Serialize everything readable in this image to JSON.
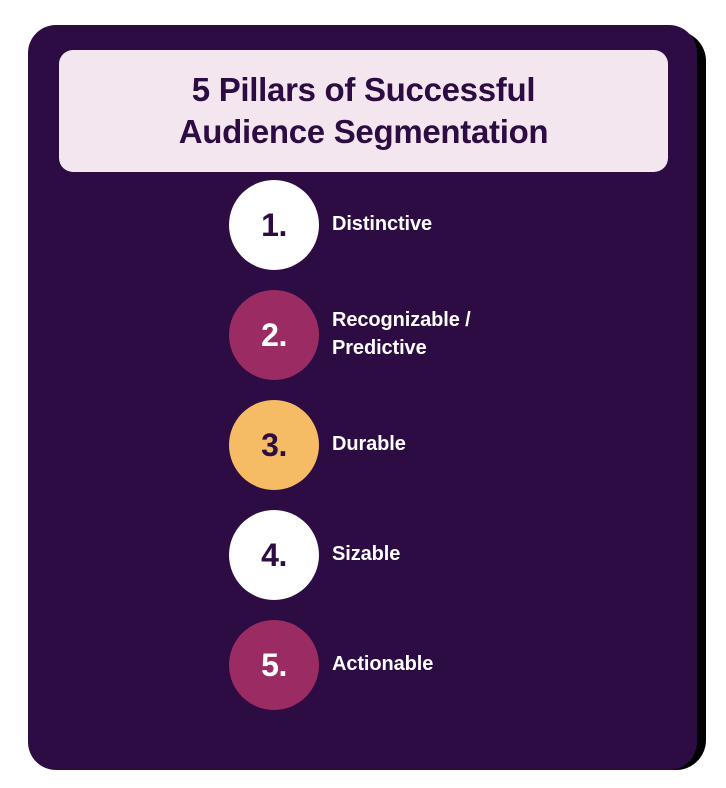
{
  "colors": {
    "card_background": "#2C0C42",
    "title_card_background": "#F4E6EF",
    "title_text": "#2C0C42",
    "label_text": "#FFFFFF",
    "magenta": "#9B2B63",
    "amber": "#F5BC65",
    "white": "#FFFFFF",
    "outline": "#000000"
  },
  "title": {
    "line1": "5 Pillars of Successful",
    "line2": "Audience Segmentation"
  },
  "pillars": [
    {
      "number": "1.",
      "label_line1": "Distinctive",
      "label_line2": "",
      "circle_color": "#FFFFFF",
      "number_color": "#2C0C42"
    },
    {
      "number": "2.",
      "label_line1": "Recognizable /",
      "label_line2": "Predictive",
      "circle_color": "#9B2B63",
      "number_color": "#FFFFFF"
    },
    {
      "number": "3.",
      "label_line1": "Durable",
      "label_line2": "",
      "circle_color": "#F5BC65",
      "number_color": "#2C0C42"
    },
    {
      "number": "4.",
      "label_line1": "Sizable",
      "label_line2": "",
      "circle_color": "#FFFFFF",
      "number_color": "#2C0C42"
    },
    {
      "number": "5.",
      "label_line1": "Actionable",
      "label_line2": "",
      "circle_color": "#9B2B63",
      "number_color": "#FFFFFF"
    }
  ]
}
